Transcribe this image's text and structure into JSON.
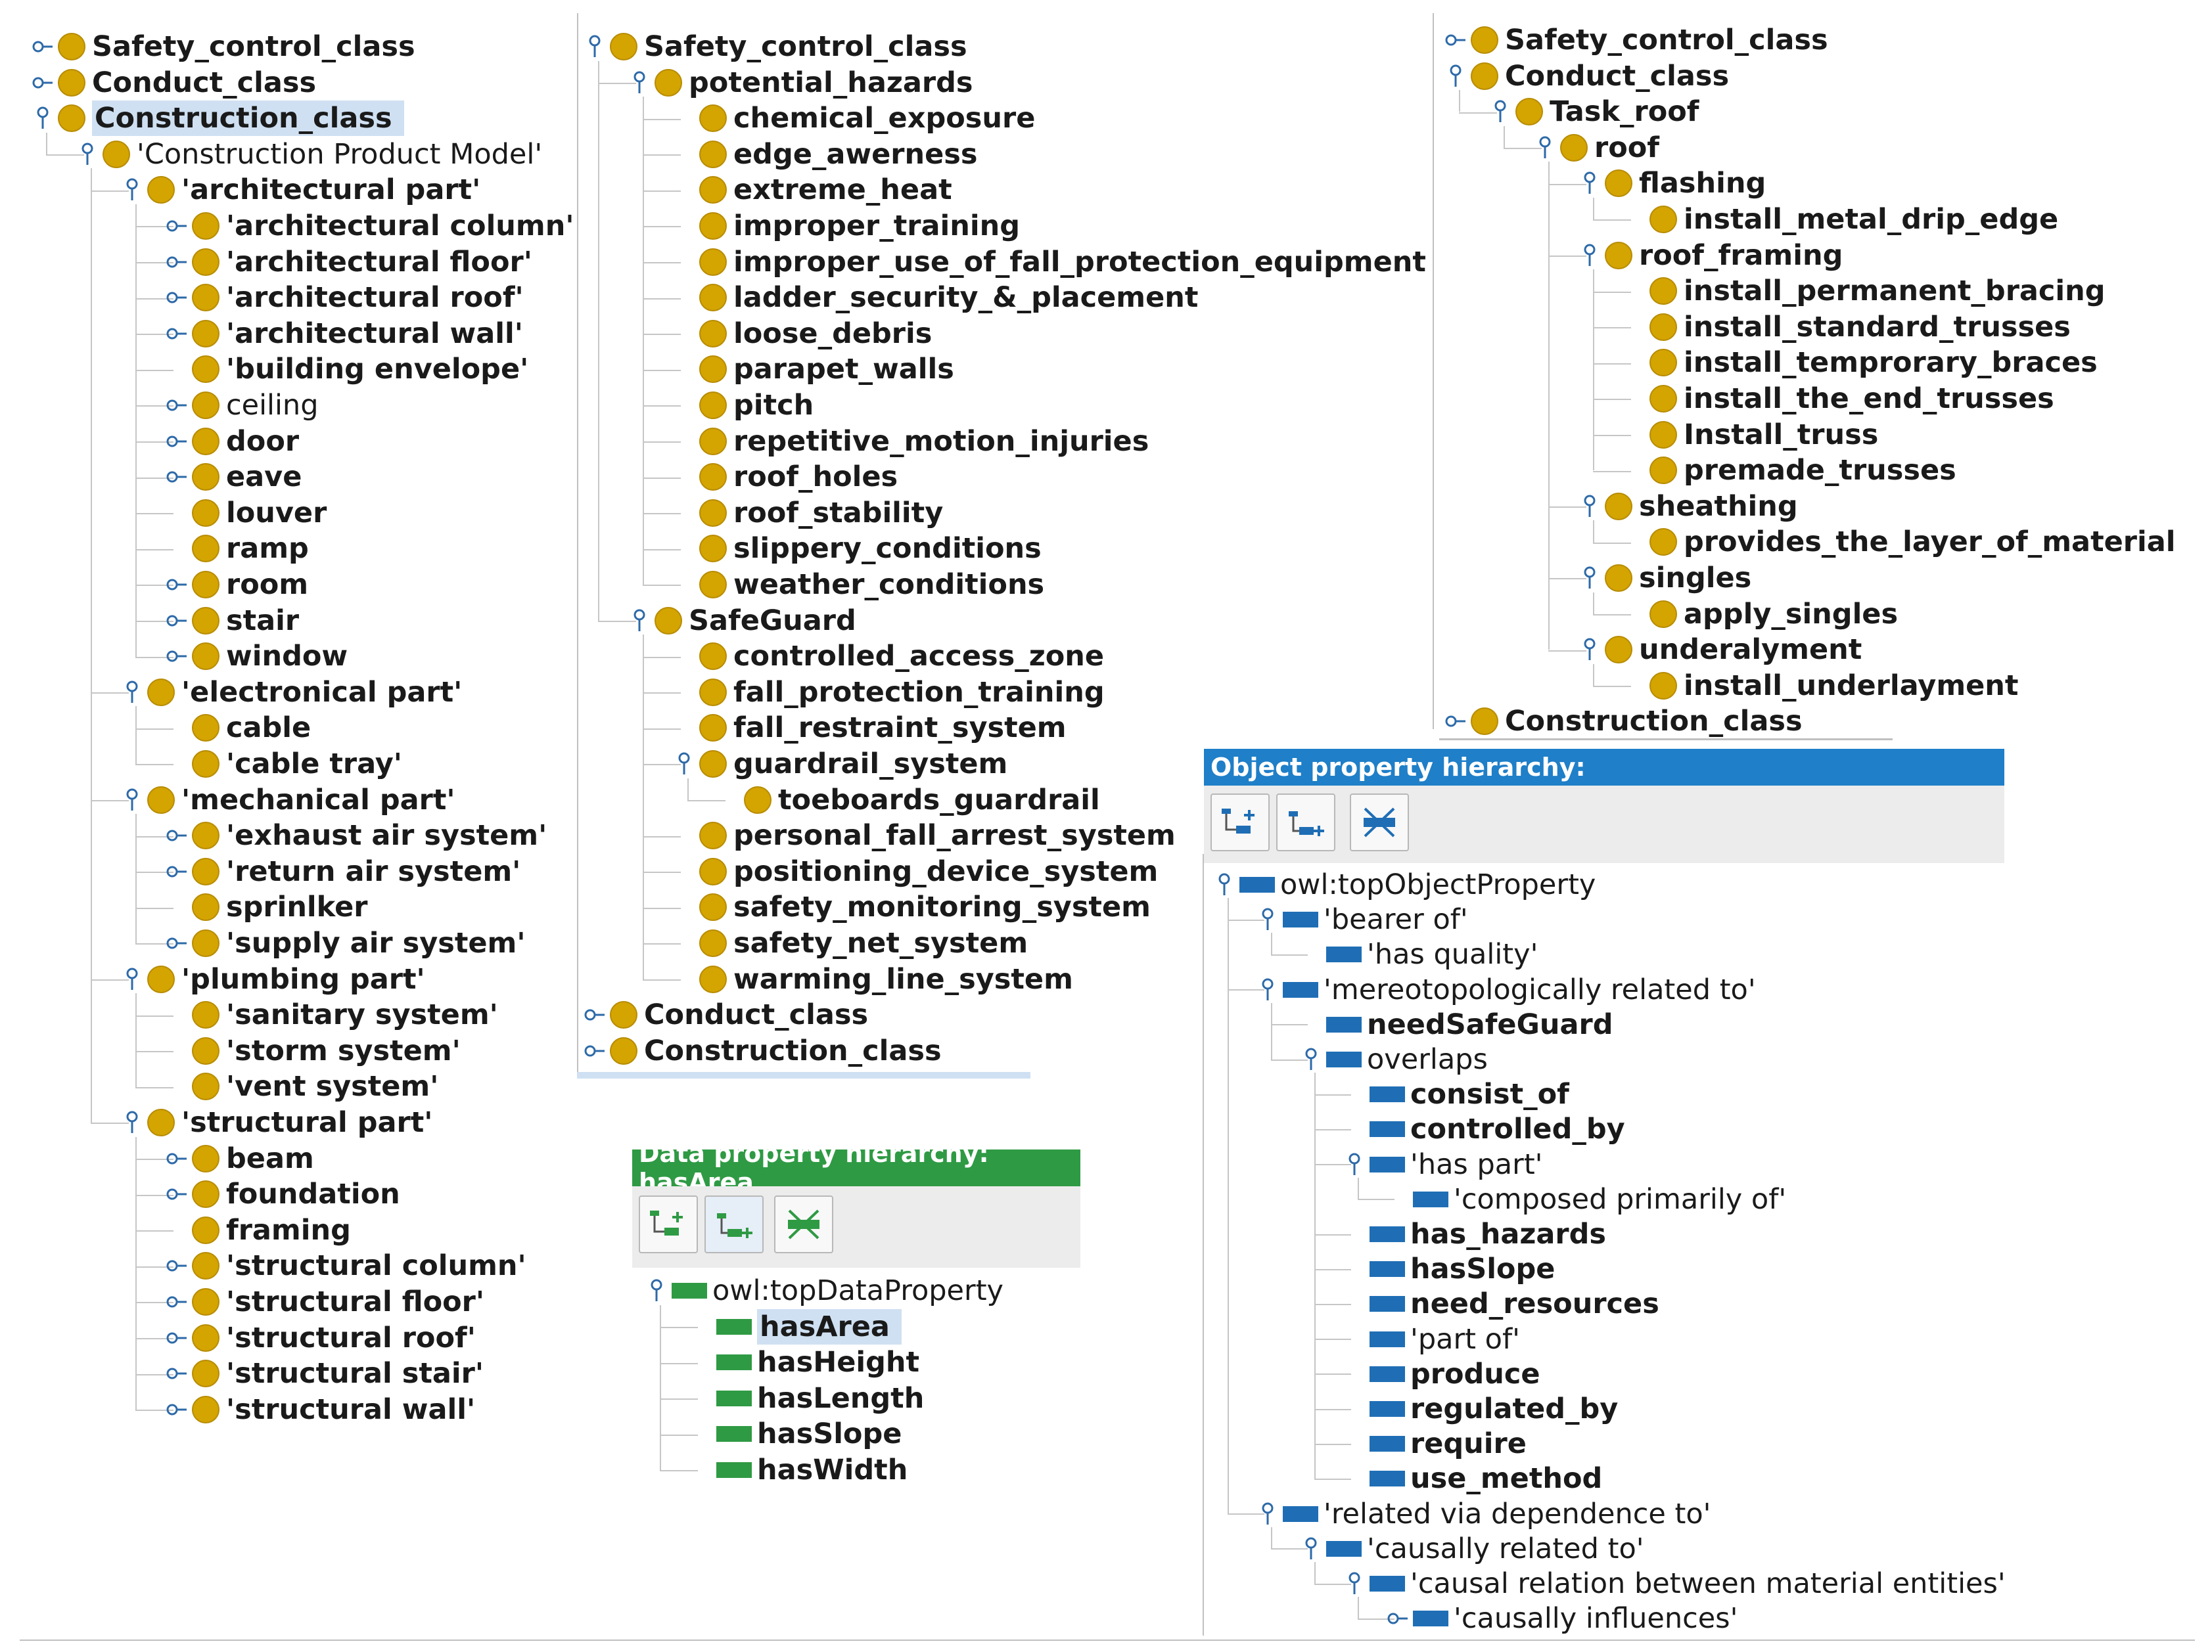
{
  "tree1": {
    "nodes": [
      {
        "label": "Safety_control_class",
        "depth": 0,
        "tog": "collapsed",
        "bold": true
      },
      {
        "label": "Conduct_class",
        "depth": 0,
        "tog": "collapsed",
        "bold": true
      },
      {
        "label": "Construction_class",
        "depth": 0,
        "tog": "expanded",
        "bold": true,
        "selected": true
      },
      {
        "label": "'Construction Product Model'",
        "depth": 1,
        "tog": "expanded",
        "bold": false
      },
      {
        "label": "'architectural part'",
        "depth": 2,
        "tog": "expanded",
        "bold": true
      },
      {
        "label": "'architectural column'",
        "depth": 3,
        "tog": "collapsed",
        "bold": true
      },
      {
        "label": "'architectural floor'",
        "depth": 3,
        "tog": "collapsed",
        "bold": true
      },
      {
        "label": "'architectural roof'",
        "depth": 3,
        "tog": "collapsed",
        "bold": true
      },
      {
        "label": "'architectural wall'",
        "depth": 3,
        "tog": "collapsed",
        "bold": true
      },
      {
        "label": "'building envelope'",
        "depth": 3,
        "tog": "none",
        "bold": true
      },
      {
        "label": "ceiling",
        "depth": 3,
        "tog": "collapsed",
        "bold": false
      },
      {
        "label": "door",
        "depth": 3,
        "tog": "collapsed",
        "bold": true
      },
      {
        "label": "eave",
        "depth": 3,
        "tog": "collapsed",
        "bold": true
      },
      {
        "label": "louver",
        "depth": 3,
        "tog": "none",
        "bold": true
      },
      {
        "label": "ramp",
        "depth": 3,
        "tog": "none",
        "bold": true
      },
      {
        "label": "room",
        "depth": 3,
        "tog": "collapsed",
        "bold": true
      },
      {
        "label": "stair",
        "depth": 3,
        "tog": "collapsed",
        "bold": true
      },
      {
        "label": "window",
        "depth": 3,
        "tog": "collapsed",
        "bold": true
      },
      {
        "label": "'electronical part'",
        "depth": 2,
        "tog": "expanded",
        "bold": true
      },
      {
        "label": "cable",
        "depth": 3,
        "tog": "none",
        "bold": true
      },
      {
        "label": "'cable tray'",
        "depth": 3,
        "tog": "none",
        "bold": true
      },
      {
        "label": "'mechanical part'",
        "depth": 2,
        "tog": "expanded",
        "bold": true
      },
      {
        "label": "'exhaust air system'",
        "depth": 3,
        "tog": "collapsed",
        "bold": true
      },
      {
        "label": "'return air system'",
        "depth": 3,
        "tog": "collapsed",
        "bold": true
      },
      {
        "label": "sprinlker",
        "depth": 3,
        "tog": "none",
        "bold": true
      },
      {
        "label": "'supply air system'",
        "depth": 3,
        "tog": "collapsed",
        "bold": true
      },
      {
        "label": "'plumbing part'",
        "depth": 2,
        "tog": "expanded",
        "bold": true
      },
      {
        "label": "'sanitary system'",
        "depth": 3,
        "tog": "none",
        "bold": true
      },
      {
        "label": "'storm system'",
        "depth": 3,
        "tog": "none",
        "bold": true
      },
      {
        "label": "'vent system'",
        "depth": 3,
        "tog": "none",
        "bold": true
      },
      {
        "label": "'structural part'",
        "depth": 2,
        "tog": "expanded",
        "bold": true
      },
      {
        "label": "beam",
        "depth": 3,
        "tog": "collapsed",
        "bold": true
      },
      {
        "label": "foundation",
        "depth": 3,
        "tog": "collapsed",
        "bold": true
      },
      {
        "label": "framing",
        "depth": 3,
        "tog": "none",
        "bold": true
      },
      {
        "label": "'structural column'",
        "depth": 3,
        "tog": "collapsed",
        "bold": true
      },
      {
        "label": "'structural floor'",
        "depth": 3,
        "tog": "collapsed",
        "bold": true
      },
      {
        "label": "'structural roof'",
        "depth": 3,
        "tog": "collapsed",
        "bold": true
      },
      {
        "label": "'structural stair'",
        "depth": 3,
        "tog": "collapsed",
        "bold": true
      },
      {
        "label": "'structural wall'",
        "depth": 3,
        "tog": "collapsed",
        "bold": true
      }
    ]
  },
  "tree2": {
    "nodes": [
      {
        "label": "Safety_control_class",
        "depth": 0,
        "tog": "expanded",
        "bold": true
      },
      {
        "label": "potential_hazards",
        "depth": 1,
        "tog": "expanded",
        "bold": true
      },
      {
        "label": "chemical_exposure",
        "depth": 2,
        "tog": "none",
        "bold": true
      },
      {
        "label": "edge_awerness",
        "depth": 2,
        "tog": "none",
        "bold": true
      },
      {
        "label": "extreme_heat",
        "depth": 2,
        "tog": "none",
        "bold": true
      },
      {
        "label": "improper_training",
        "depth": 2,
        "tog": "none",
        "bold": true
      },
      {
        "label": "improper_use_of_fall_protection_equipment",
        "depth": 2,
        "tog": "none",
        "bold": true
      },
      {
        "label": "ladder_security_&_placement",
        "depth": 2,
        "tog": "none",
        "bold": true
      },
      {
        "label": "loose_debris",
        "depth": 2,
        "tog": "none",
        "bold": true
      },
      {
        "label": "parapet_walls",
        "depth": 2,
        "tog": "none",
        "bold": true
      },
      {
        "label": "pitch",
        "depth": 2,
        "tog": "none",
        "bold": true
      },
      {
        "label": "repetitive_motion_injuries",
        "depth": 2,
        "tog": "none",
        "bold": true
      },
      {
        "label": "roof_holes",
        "depth": 2,
        "tog": "none",
        "bold": true
      },
      {
        "label": "roof_stability",
        "depth": 2,
        "tog": "none",
        "bold": true
      },
      {
        "label": "slippery_conditions",
        "depth": 2,
        "tog": "none",
        "bold": true
      },
      {
        "label": "weather_conditions",
        "depth": 2,
        "tog": "none",
        "bold": true
      },
      {
        "label": "SafeGuard",
        "depth": 1,
        "tog": "expanded",
        "bold": true
      },
      {
        "label": "controlled_access_zone",
        "depth": 2,
        "tog": "none",
        "bold": true
      },
      {
        "label": "fall_protection_training",
        "depth": 2,
        "tog": "none",
        "bold": true
      },
      {
        "label": "fall_restraint_system",
        "depth": 2,
        "tog": "none",
        "bold": true
      },
      {
        "label": "guardrail_system",
        "depth": 2,
        "tog": "expanded",
        "bold": true
      },
      {
        "label": "toeboards_guardrail",
        "depth": 3,
        "tog": "none",
        "bold": true
      },
      {
        "label": "personal_fall_arrest_system",
        "depth": 2,
        "tog": "none",
        "bold": true
      },
      {
        "label": "positioning_device_system",
        "depth": 2,
        "tog": "none",
        "bold": true
      },
      {
        "label": "safety_monitoring_system",
        "depth": 2,
        "tog": "none",
        "bold": true
      },
      {
        "label": "safety_net_system",
        "depth": 2,
        "tog": "none",
        "bold": true
      },
      {
        "label": "warming_line_system",
        "depth": 2,
        "tog": "none",
        "bold": true
      },
      {
        "label": "Conduct_class",
        "depth": 0,
        "tog": "collapsed",
        "bold": true
      },
      {
        "label": "Construction_class",
        "depth": 0,
        "tog": "collapsed",
        "bold": true
      }
    ]
  },
  "tree3": {
    "nodes": [
      {
        "label": "Safety_control_class",
        "depth": 0,
        "tog": "collapsed",
        "bold": true
      },
      {
        "label": "Conduct_class",
        "depth": 0,
        "tog": "expanded",
        "bold": true
      },
      {
        "label": "Task_roof",
        "depth": 1,
        "tog": "expanded",
        "bold": true
      },
      {
        "label": "roof",
        "depth": 2,
        "tog": "expanded",
        "bold": true
      },
      {
        "label": "flashing",
        "depth": 3,
        "tog": "expanded",
        "bold": true
      },
      {
        "label": "install_metal_drip_edge",
        "depth": 4,
        "tog": "none",
        "bold": true
      },
      {
        "label": "roof_framing",
        "depth": 3,
        "tog": "expanded",
        "bold": true
      },
      {
        "label": "install_permanent_bracing",
        "depth": 4,
        "tog": "none",
        "bold": true
      },
      {
        "label": "install_standard_trusses",
        "depth": 4,
        "tog": "none",
        "bold": true
      },
      {
        "label": "install_temprorary_braces",
        "depth": 4,
        "tog": "none",
        "bold": true
      },
      {
        "label": "install_the_end_trusses",
        "depth": 4,
        "tog": "none",
        "bold": true
      },
      {
        "label": "Install_truss",
        "depth": 4,
        "tog": "none",
        "bold": true
      },
      {
        "label": "premade_trusses",
        "depth": 4,
        "tog": "none",
        "bold": true
      },
      {
        "label": "sheathing",
        "depth": 3,
        "tog": "expanded",
        "bold": true
      },
      {
        "label": "provides_the_layer_of_material",
        "depth": 4,
        "tog": "none",
        "bold": true
      },
      {
        "label": "singles",
        "depth": 3,
        "tog": "expanded",
        "bold": true
      },
      {
        "label": "apply_singles",
        "depth": 4,
        "tog": "none",
        "bold": true
      },
      {
        "label": "underalyment",
        "depth": 3,
        "tog": "expanded",
        "bold": true
      },
      {
        "label": "install_underlayment",
        "depth": 4,
        "tog": "none",
        "bold": true
      },
      {
        "label": "Construction_class",
        "depth": 0,
        "tog": "collapsed",
        "bold": true
      }
    ]
  },
  "data_panel": {
    "title": "Data property hierarchy: hasArea",
    "color": "#2f9a44",
    "toolbar": [
      "add-subproperty-icon",
      "add-sibling-property-icon",
      "delete-property-icon"
    ],
    "nodes": [
      {
        "label": "owl:topDataProperty",
        "depth": 0,
        "tog": "expanded",
        "bold": false
      },
      {
        "label": "hasArea",
        "depth": 1,
        "tog": "none",
        "bold": true,
        "selected": true
      },
      {
        "label": "hasHeight",
        "depth": 1,
        "tog": "none",
        "bold": true
      },
      {
        "label": "hasLength",
        "depth": 1,
        "tog": "none",
        "bold": true
      },
      {
        "label": "hasSlope",
        "depth": 1,
        "tog": "none",
        "bold": true
      },
      {
        "label": "hasWidth",
        "depth": 1,
        "tog": "none",
        "bold": true
      }
    ]
  },
  "object_panel": {
    "title": "Object property hierarchy:",
    "color": "#1f7fc8",
    "toolbar": [
      "add-subproperty-icon",
      "add-sibling-property-icon",
      "delete-property-icon"
    ],
    "nodes": [
      {
        "label": "owl:topObjectProperty",
        "depth": 0,
        "tog": "expanded",
        "bold": false
      },
      {
        "label": "'bearer of'",
        "depth": 1,
        "tog": "expanded",
        "bold": false
      },
      {
        "label": "'has quality'",
        "depth": 2,
        "tog": "none",
        "bold": false
      },
      {
        "label": "'mereotopologically related to'",
        "depth": 1,
        "tog": "expanded",
        "bold": false
      },
      {
        "label": "needSafeGuard",
        "depth": 2,
        "tog": "none",
        "bold": true
      },
      {
        "label": "overlaps",
        "depth": 2,
        "tog": "expanded",
        "bold": false
      },
      {
        "label": "consist_of",
        "depth": 3,
        "tog": "none",
        "bold": true
      },
      {
        "label": "controlled_by",
        "depth": 3,
        "tog": "none",
        "bold": true
      },
      {
        "label": "'has part'",
        "depth": 3,
        "tog": "expanded",
        "bold": false
      },
      {
        "label": "'composed primarily of'",
        "depth": 4,
        "tog": "none",
        "bold": false
      },
      {
        "label": "has_hazards",
        "depth": 3,
        "tog": "none",
        "bold": true
      },
      {
        "label": "hasSlope",
        "depth": 3,
        "tog": "none",
        "bold": true
      },
      {
        "label": "need_resources",
        "depth": 3,
        "tog": "none",
        "bold": true
      },
      {
        "label": "'part of'",
        "depth": 3,
        "tog": "none",
        "bold": false
      },
      {
        "label": "produce",
        "depth": 3,
        "tog": "none",
        "bold": true
      },
      {
        "label": "regulated_by",
        "depth": 3,
        "tog": "none",
        "bold": true
      },
      {
        "label": "require",
        "depth": 3,
        "tog": "none",
        "bold": true
      },
      {
        "label": "use_method",
        "depth": 3,
        "tog": "none",
        "bold": true
      },
      {
        "label": "'related via dependence to'",
        "depth": 1,
        "tog": "expanded",
        "bold": false
      },
      {
        "label": "'causally related to'",
        "depth": 2,
        "tog": "expanded",
        "bold": false
      },
      {
        "label": "'causal relation between material entities'",
        "depth": 3,
        "tog": "expanded",
        "bold": false
      },
      {
        "label": "'causally influences'",
        "depth": 4,
        "tog": "collapsed",
        "bold": false
      }
    ]
  },
  "colors": {
    "class_dot": "#d4a400",
    "object_prop": "#1f6eb5",
    "data_prop": "#2f9a44",
    "selection": "#cfe0f2"
  }
}
